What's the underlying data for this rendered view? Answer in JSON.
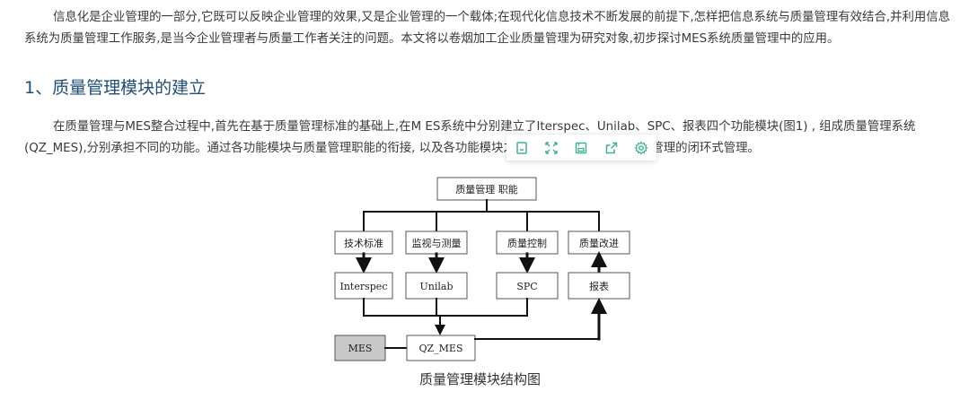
{
  "paragraphs": {
    "intro": "信息化是企业管理的一部分,它既可以反映企业管理的效果,又是企业管理的一个载体;在现代化信息技术不断发展的前提下,怎样把信息系统与质量管理有效结合,并利用信息系统为质量管理工作服务,是当今企业管理者与质量工作者关注的问题。本文将以卷烟加工企业质量管理为研究对象,初步探讨MES系统质量管理中的应用。",
    "section1": "在质量管理与MES整合过程中,首先在基于质量管理标准的基础上,在M ES系统中分别建立了Iterspec、Unilab、SPC、报表四个功能模块(图1) , 组成质量管理系统(QZ_MES),分别承担不同的功能。通过各功能模块与质量管理职能的衔接, 以及各功能模块之间的相互配合,实现了质量管理的闭环式管理。"
  },
  "heading": "1、质量管理模块的建立",
  "toolbar": {
    "buttons": [
      "copy-icon",
      "expand-icon",
      "save-icon",
      "share-icon",
      "settings-icon"
    ],
    "accent": "#3fb58c"
  },
  "diagram": {
    "top": "质量管理 职能",
    "level2": [
      "技术标准",
      "监视与测量",
      "质量控制",
      "质量改进"
    ],
    "level3": [
      "Interspec",
      "Unilab",
      "SPC",
      "报表"
    ],
    "bottom_left": "MES",
    "bottom_right": "QZ_MES"
  },
  "caption": "质量管理模块结构图"
}
